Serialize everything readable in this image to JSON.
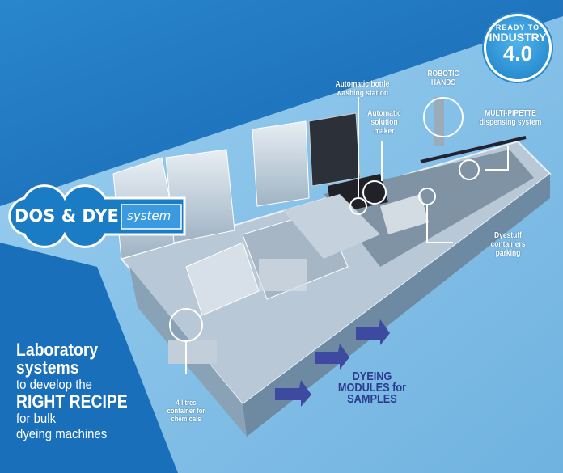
{
  "badge": {
    "line1": "READY TO",
    "line2": "INDUSTRY",
    "line3": "4.0"
  },
  "logo": {
    "name": "DOS & DYE",
    "suffix": "system"
  },
  "callouts": {
    "bottle_washing": [
      "Automatic bottle",
      "washing station"
    ],
    "solution_maker": [
      "Automatic",
      "solution",
      "maker"
    ],
    "robotic_hands": [
      "ROBOTIC",
      "HANDS"
    ],
    "multi_pipette": [
      "MULTI-PIPETTE",
      "dispensing system"
    ],
    "dyestuff_parking": [
      "Dyestuff",
      "containers",
      "parking"
    ],
    "container": [
      "4-litres",
      "container for",
      "chemicals"
    ]
  },
  "dyeing_modules": [
    "DYEING",
    "MODULES for",
    "SAMPLES"
  ],
  "tagline": {
    "line1": "Laboratory",
    "line2": "systems",
    "line3": "to develop the",
    "line4": "RIGHT RECIPE",
    "line5": "for bulk",
    "line6": "dyeing machines"
  },
  "colors": {
    "dark_blue": "#1a73bd",
    "light_blue": "#7fbde6",
    "navy": "#2b3b8f"
  }
}
